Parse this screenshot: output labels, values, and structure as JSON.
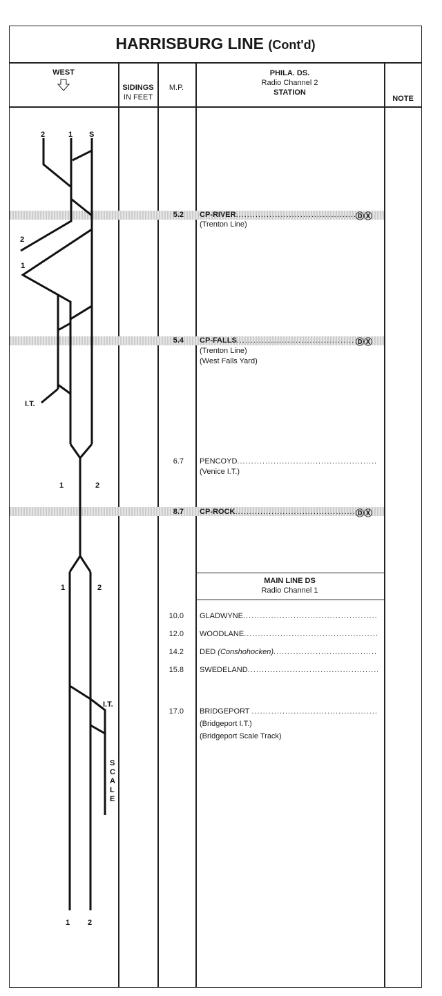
{
  "title": {
    "main": "HARRISBURG LINE",
    "sub": "(Cont'd)"
  },
  "header": {
    "direction": "WEST",
    "direction_icon": "down-arrow-icon",
    "sidings": [
      "SIDINGS",
      "IN FEET"
    ],
    "mp": "M.P.",
    "dispatcher": "PHILA. DS.",
    "radio": "Radio Channel 2",
    "station": "STATION",
    "note": "NOTE"
  },
  "diagram_labels": {
    "top": [
      "2",
      "1",
      "S"
    ],
    "left_2": "2",
    "left_1": "1",
    "it_1": "I.T.",
    "mid": [
      "1",
      "2"
    ],
    "lower": [
      "1",
      "2"
    ],
    "it_2": "I.T.",
    "scale": [
      "S",
      "C",
      "A",
      "L",
      "E"
    ],
    "bottom": [
      "1",
      "2"
    ]
  },
  "stations": [
    {
      "mp": "5.2",
      "name": "CP-RIVER",
      "symbols": "ⒹⓍ",
      "notes": [
        "(Trenton Line)"
      ]
    },
    {
      "mp": "5.4",
      "name": "CP-FALLS",
      "symbols": "ⒹⓍ",
      "notes": [
        "(Trenton Line)",
        "(West Falls Yard)"
      ]
    },
    {
      "mp": "6.7",
      "name": "PENCOYD",
      "notes": [
        "(Venice I.T.)"
      ]
    },
    {
      "mp": "8.7",
      "name": "CP-ROCK",
      "symbols": "ⒹⓍ"
    }
  ],
  "main_line": {
    "dispatcher": "MAIN LINE DS",
    "radio": "Radio Channel 1"
  },
  "stations2": [
    {
      "mp": "10.0",
      "name": "GLADWYNE"
    },
    {
      "mp": "12.0",
      "name": "WOODLANE"
    },
    {
      "mp": "14.2",
      "name": "DED",
      "italic": "(Conshohocken)"
    },
    {
      "mp": "15.8",
      "name": "SWEDELAND"
    },
    {
      "mp": "17.0",
      "name": "BRIDGEPORT",
      "notes": [
        "(Bridgeport I.T.)",
        "(Bridgeport Scale Track)"
      ]
    }
  ],
  "dots": "..........................................................................."
}
